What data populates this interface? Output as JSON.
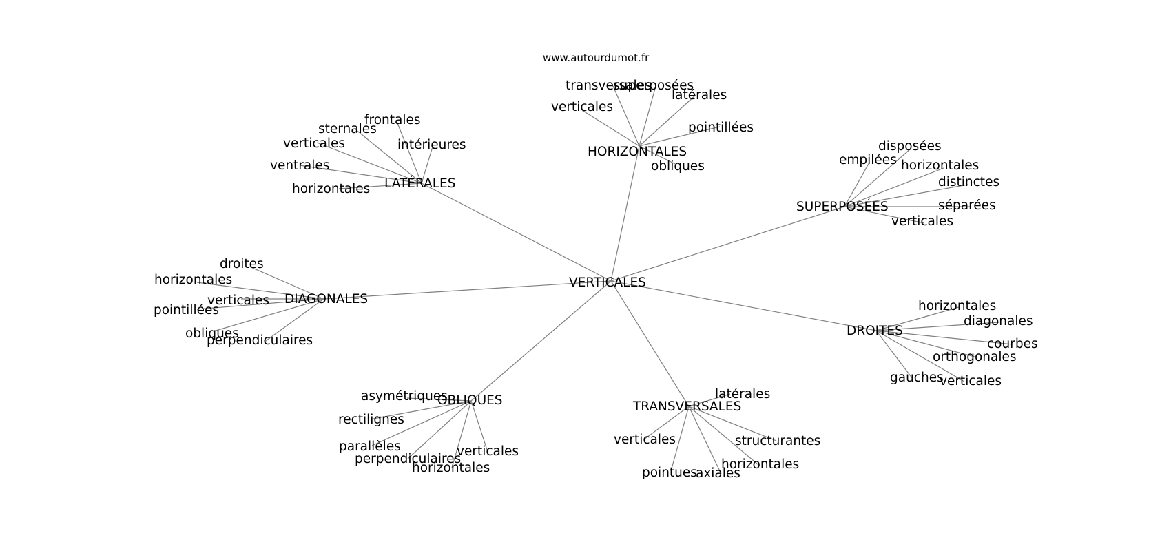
{
  "site": "www.autourdumot.fr",
  "center": "VERTICALES",
  "groups": [
    {
      "id": "horizontales",
      "label": "HORIZONTALES",
      "items": [
        "transversales",
        "superposées",
        "latérales",
        "verticales",
        "pointillées",
        "obliques"
      ]
    },
    {
      "id": "laterales",
      "label": "LATÉRALES",
      "items": [
        "frontales",
        "sternales",
        "verticales",
        "intérieures",
        "ventrales",
        "horizontales"
      ]
    },
    {
      "id": "superposees",
      "label": "SUPERPOSÉES",
      "items": [
        "disposées",
        "empilées",
        "horizontales",
        "distinctes",
        "séparées",
        "verticales"
      ]
    },
    {
      "id": "diagonales",
      "label": "DIAGONALES",
      "items": [
        "droites",
        "horizontales",
        "verticales",
        "pointillées",
        "obliques",
        "perpendiculaires"
      ]
    },
    {
      "id": "droites",
      "label": "DROITES",
      "items": [
        "horizontales",
        "diagonales",
        "courbes",
        "orthogonales",
        "gauches",
        "verticales"
      ]
    },
    {
      "id": "obliques",
      "label": "OBLIQUES",
      "items": [
        "asymétriques",
        "rectilignes",
        "parallèles",
        "perpendiculaires",
        "verticales",
        "horizontales"
      ]
    },
    {
      "id": "transversales",
      "label": "TRANSVERSALES",
      "items": [
        "latérales",
        "verticales",
        "structurantes",
        "horizontales",
        "pointues",
        "axiales"
      ]
    }
  ]
}
